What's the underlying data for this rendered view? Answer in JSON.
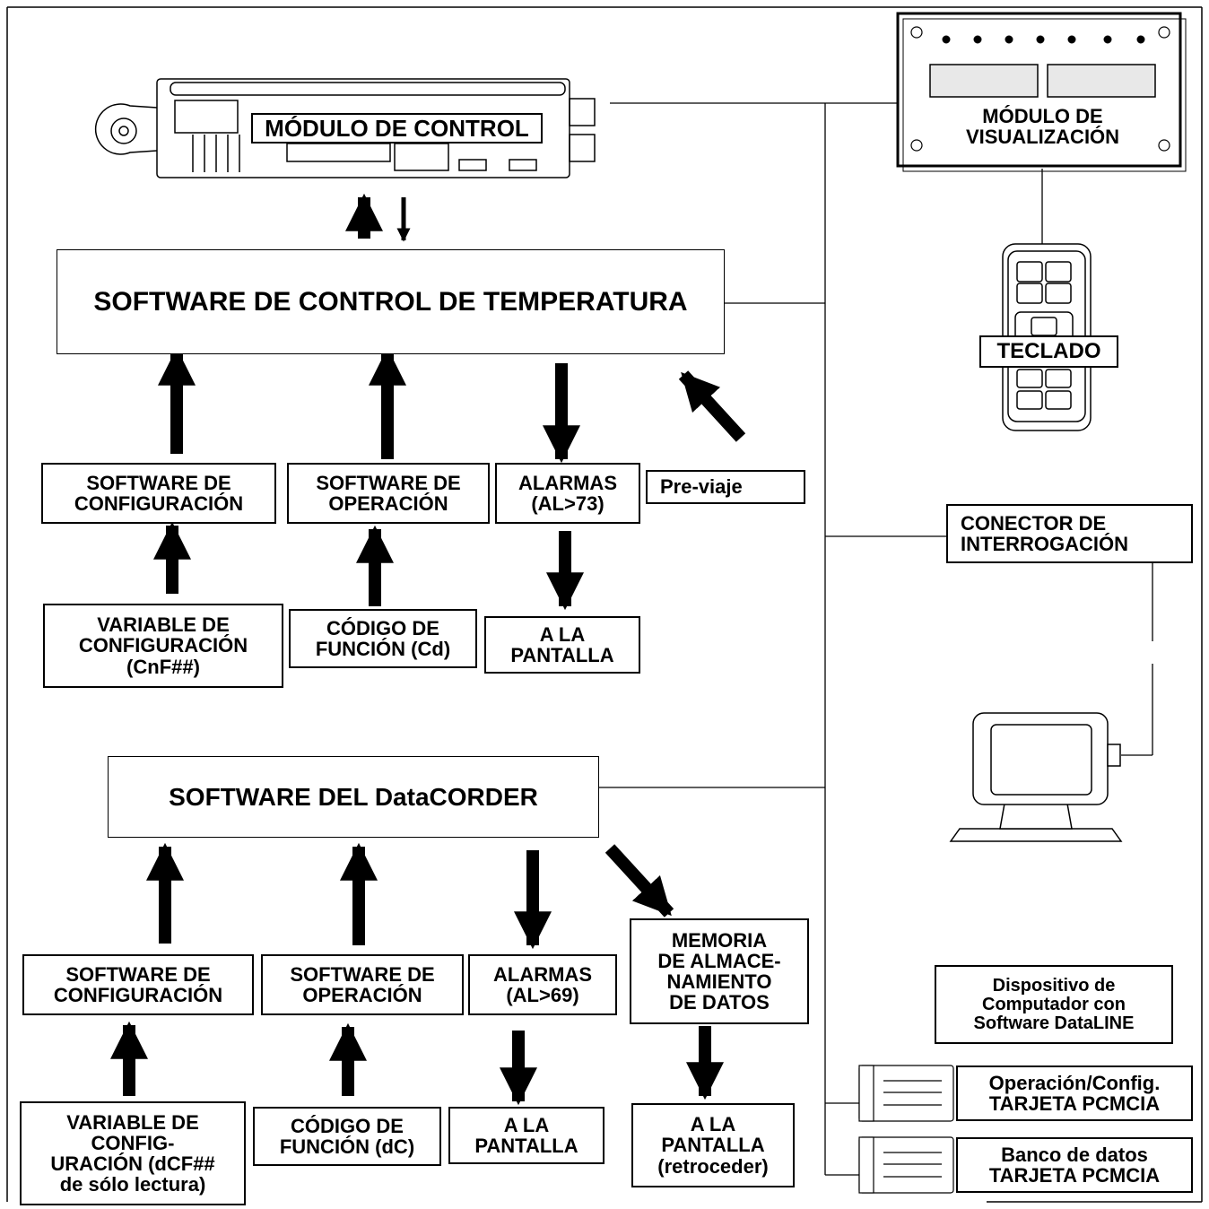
{
  "labels": {
    "control_module": "MÓDULO DE CONTROL",
    "display_module": "MÓDULO DE\nVISUALIZACIÓN",
    "keypad": "TECLADO",
    "interrogation": "CONECTOR DE\nINTERROGACIÓN",
    "tc_software": "SOFTWARE DE CONTROL DE TEMPERATURA",
    "dc_software": "SOFTWARE DEL DataCORDER",
    "dataline": "Dispositivo de\nComputador con\nSoftware DataLINE",
    "pcmcia1": "Operación/Config.\nTARJETA PCMCIA",
    "pcmcia2": "Banco de datos\nTARJETA PCMCIA"
  },
  "tc_boxes": {
    "config_sw": "SOFTWARE DE\nCONFIGURACIÓN",
    "oper_sw": "SOFTWARE DE\nOPERACIÓN",
    "alarms": "ALARMAS\n(AL>73)",
    "pretrip": "Pre-viaje",
    "config_var": "VARIABLE DE\nCONFIGURACIÓN\n(CnF##)",
    "func_code": "CÓDIGO DE\nFUNCIÓN (Cd)",
    "to_display": "A LA\nPANTALLA"
  },
  "dc_boxes": {
    "config_sw": "SOFTWARE DE\nCONFIGURACIÓN",
    "oper_sw": "SOFTWARE DE\nOPERACIÓN",
    "alarms": "ALARMAS\n(AL>69)",
    "memory": "MEMORIA\nDE ALMACE-\nNAMIENTO\nDE DATOS",
    "config_var": "VARIABLE DE\nCONFIG-\nURACIÓN (dCF##\nde sólo lectura)",
    "func_code": "CÓDIGO DE\nFUNCIÓN (dC)",
    "to_display": "A LA\nPANTALLA",
    "to_display_back": "A LA\nPANTALLA\n(retroceder)"
  }
}
